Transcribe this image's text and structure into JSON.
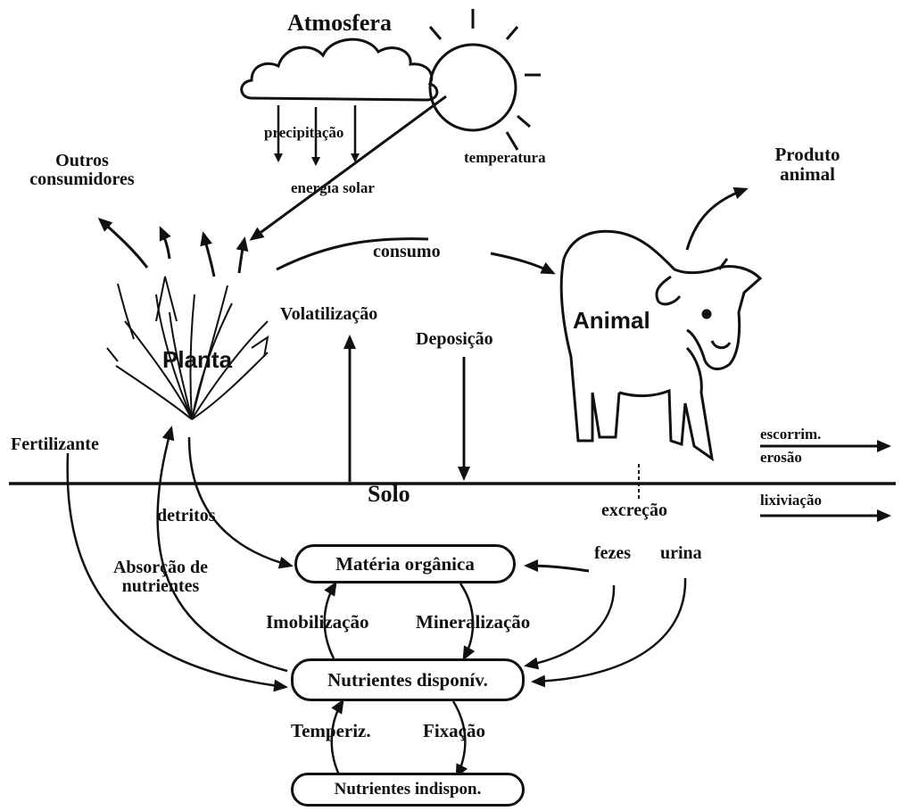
{
  "labels": {
    "atmosfera": "Atmosfera",
    "precipitacao": "precipitação",
    "temperatura": "temperatura",
    "energia_solar": "energia solar",
    "outros_1": "Outros",
    "outros_2": "consumidores",
    "produto_1": "Produto",
    "produto_2": "animal",
    "consumo": "consumo",
    "volatilizacao": "Volatilização",
    "deposicao": "Deposição",
    "planta": "Planta",
    "animal": "Animal",
    "fertilizante": "Fertilizante",
    "escorrim": "escorrim.",
    "erosao": "erosão",
    "solo": "Solo",
    "lixiviacao": "lixiviação",
    "detritos": "detritos",
    "excrecao": "excreção",
    "fezes": "fezes",
    "urina": "urina",
    "absorcao_1": "Absorção de",
    "absorcao_2": "nutrientes",
    "imobilizacao": "Imobilização",
    "mineralizacao": "Mineralização",
    "temperiz": "Temperiz.",
    "fixacao": "Fixação"
  },
  "boxes": {
    "materia_organica": "Matéria orgânica",
    "nutrientes_disponiv": "Nutrientes disponív.",
    "nutrientes_indispon": "Nutrientes indispon."
  }
}
